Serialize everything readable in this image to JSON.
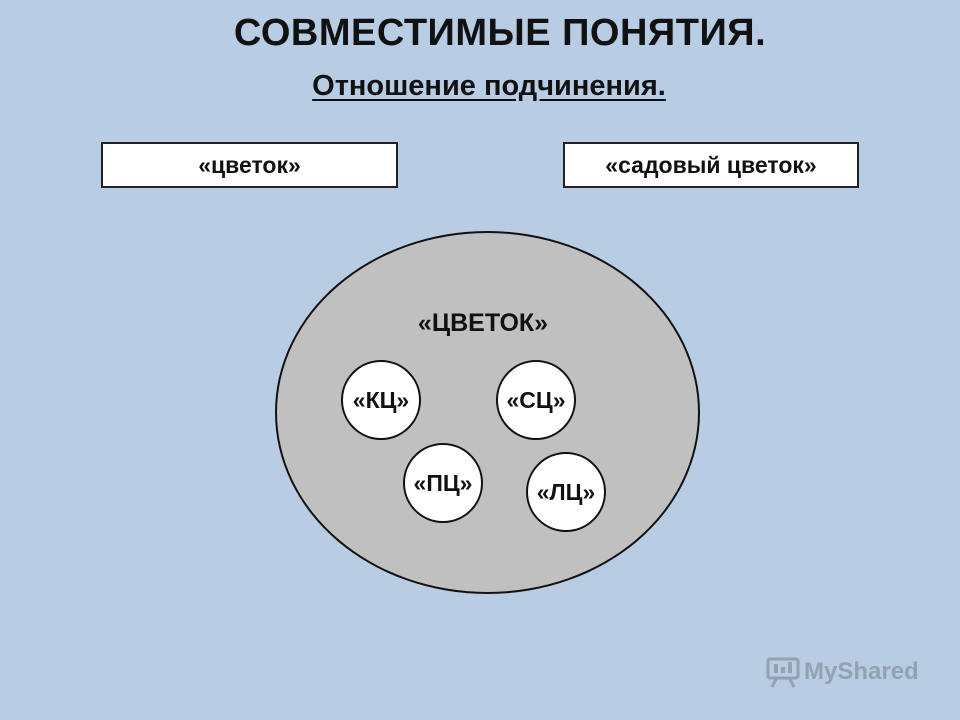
{
  "title": "СОВМЕСТИМЫЕ ПОНЯТИЯ.",
  "subtitle": "Отношение подчинения.",
  "concepts": {
    "left": "«цветок»",
    "right": "«садовый цветок»"
  },
  "diagram": {
    "outer_label": "«ЦВЕТОК»",
    "inner": [
      {
        "label": "«КЦ»"
      },
      {
        "label": "«СЦ»"
      },
      {
        "label": "«ПЦ»"
      },
      {
        "label": "«ЛЦ»"
      }
    ],
    "colors": {
      "background": "#b8cce4",
      "outer_fill": "#c0c0c0",
      "inner_fill": "#ffffff"
    }
  },
  "watermark": {
    "text": "MyShared",
    "icon": "presentation-board-icon"
  }
}
